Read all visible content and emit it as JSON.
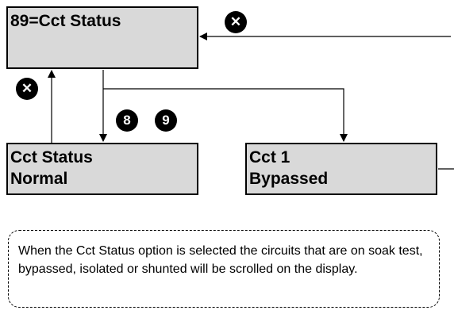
{
  "screens": {
    "main": {
      "lines": [
        "89=Cct Status"
      ]
    },
    "status": {
      "lines": [
        "Cct Status",
        "Normal"
      ]
    },
    "cct1": {
      "lines": [
        "Cct 1",
        "Bypassed"
      ]
    }
  },
  "keys": {
    "cancel_top": {
      "icon": "cancel-icon",
      "glyph": "✕"
    },
    "cancel_left": {
      "icon": "cancel-icon",
      "glyph": "✕"
    },
    "digit_8": "8",
    "digit_9": "9"
  },
  "note": "When the Cct Status option is selected the circuits that are on soak test, bypassed, isolated or shunted will be scrolled on the display.",
  "colors": {
    "screen_fill": "#d9d9d9",
    "badge_fill": "#000000",
    "line": "#000000"
  }
}
